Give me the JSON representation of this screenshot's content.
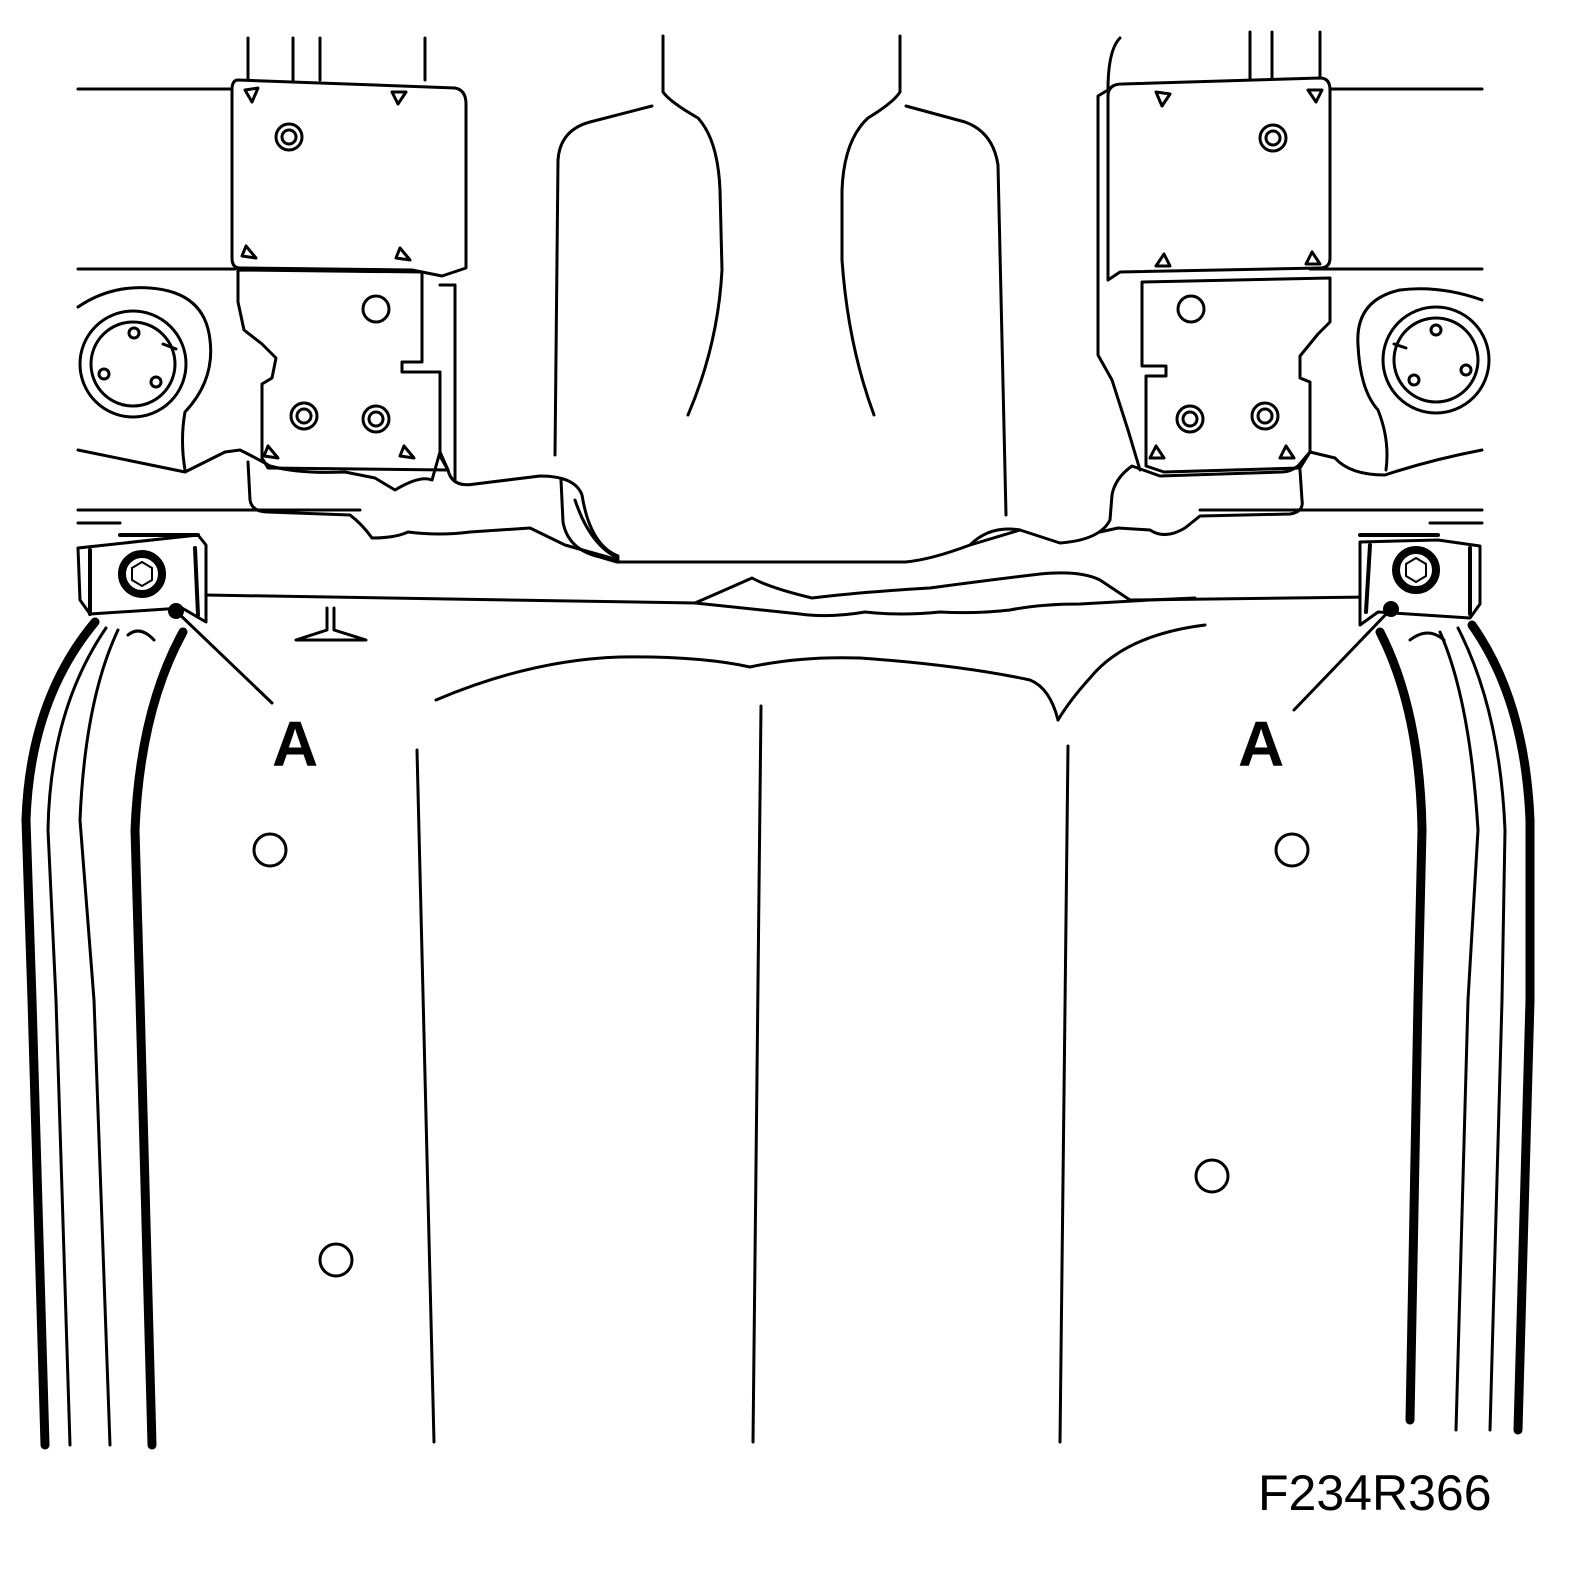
{
  "callouts": {
    "left": "A",
    "right": "A"
  },
  "figure_id": "F234R366",
  "colors": {
    "line": "#000000",
    "background": "#ffffff"
  }
}
